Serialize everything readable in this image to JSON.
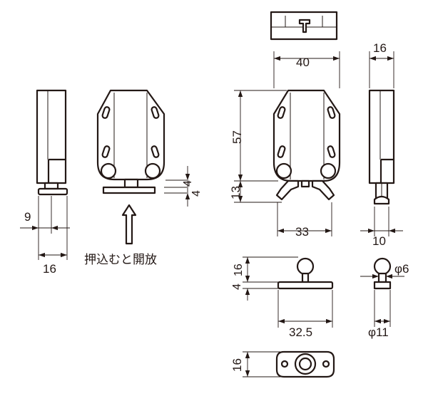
{
  "dimensions": {
    "left_pin_width": "9",
    "left_side_width": "16",
    "plunger_height_a": "4",
    "plunger_height_b": "4",
    "front_width": "40",
    "front_height": "57",
    "latch_height": "13",
    "latch_span": "33",
    "side_width": "16",
    "side_latch_width": "10",
    "strike_height": "16",
    "strike_base_height": "4",
    "strike_width": "32.5",
    "ball_diameter": "φ6",
    "base_diameter": "φ11",
    "plate_height": "16"
  },
  "caption": "押込むと開放"
}
